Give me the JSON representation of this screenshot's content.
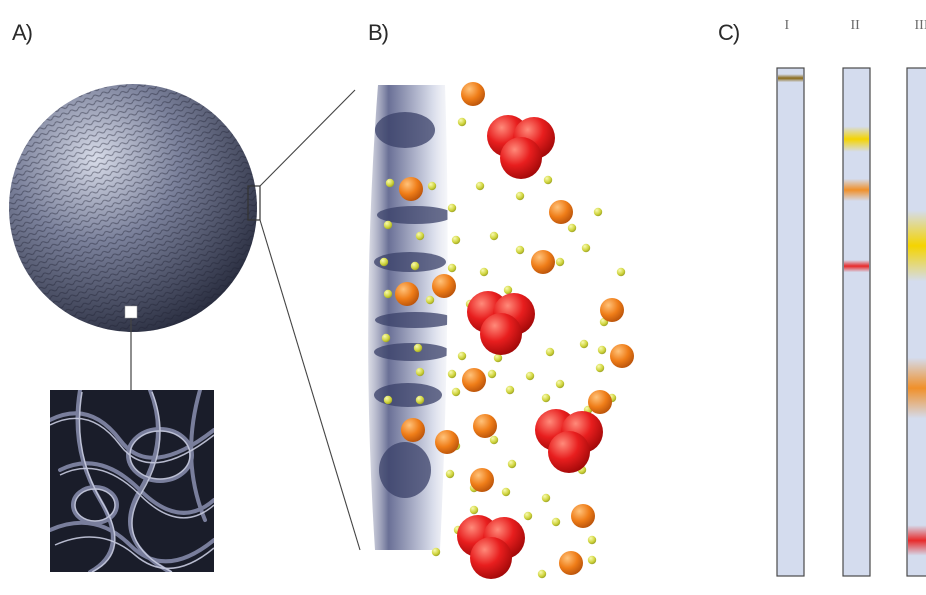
{
  "panels": {
    "a_label": "A)",
    "b_label": "B)",
    "c_label": "C)"
  },
  "columns": [
    {
      "label": "I",
      "bands": [
        {
          "color": "#8a6a1a",
          "pos": 0.02,
          "spread": 0.008
        }
      ]
    },
    {
      "label": "II",
      "bands": [
        {
          "color": "#f5d400",
          "pos": 0.14,
          "spread": 0.025
        },
        {
          "color": "#f0902a",
          "pos": 0.24,
          "spread": 0.022
        },
        {
          "color": "#e82a2a",
          "pos": 0.39,
          "spread": 0.012
        }
      ]
    },
    {
      "label": "III",
      "bands": [
        {
          "color": "#f5d400",
          "pos": 0.35,
          "spread": 0.07
        },
        {
          "color": "#f0902a",
          "pos": 0.63,
          "spread": 0.06
        },
        {
          "color": "#e82a2a",
          "pos": 0.93,
          "spread": 0.03
        }
      ]
    }
  ],
  "colors": {
    "bead": "#5a6078",
    "bead_highlight": "#c8ccdc",
    "tube": "#d4dcee",
    "large_molecule": "#e01e1e",
    "medium_molecule": "#ef7d18",
    "small_molecule": "#d8dc40"
  }
}
